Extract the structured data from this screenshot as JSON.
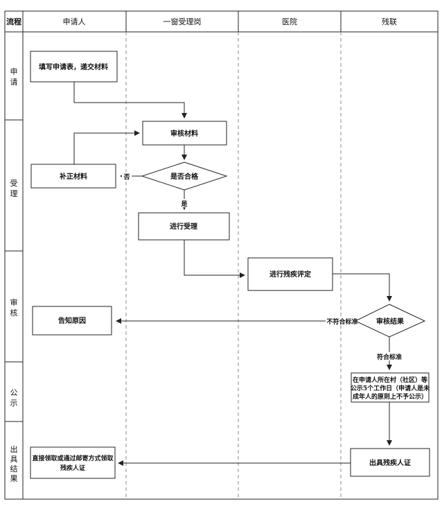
{
  "header": {
    "process": "流程",
    "lanes": [
      "申请人",
      "一窗受理岗",
      "医院",
      "残联"
    ]
  },
  "stages": [
    {
      "chars": [
        "申",
        "请"
      ]
    },
    {
      "chars": [
        "受",
        "理"
      ]
    },
    {
      "chars": [
        "审",
        "核"
      ]
    },
    {
      "chars": [
        "公",
        "示"
      ]
    },
    {
      "chars": [
        "出",
        "具",
        "结",
        "果"
      ]
    }
  ],
  "nodes": {
    "fill_form": "填写申请表，递交材料",
    "review_materials": "审核材料",
    "supplement": "补正材料",
    "qualified_question": "是否合格",
    "accept": "进行受理",
    "disability_assessment": "进行残疾评定",
    "notify_reason": "告知原因",
    "review_result": "审核结果",
    "publicity_lines": [
      "在申请人所在村（社区）等",
      "公示5个工作日（申请人是未",
      "成年人的原则上不予公示）"
    ],
    "issue_certificate": "出具残疾人证",
    "collect_lines": [
      "直接领取或通过邮寄方式领取",
      "残疾人证"
    ]
  },
  "edges": {
    "no": "否",
    "yes": "是",
    "not_meet": "不符合标准",
    "meet": "符合标准"
  }
}
